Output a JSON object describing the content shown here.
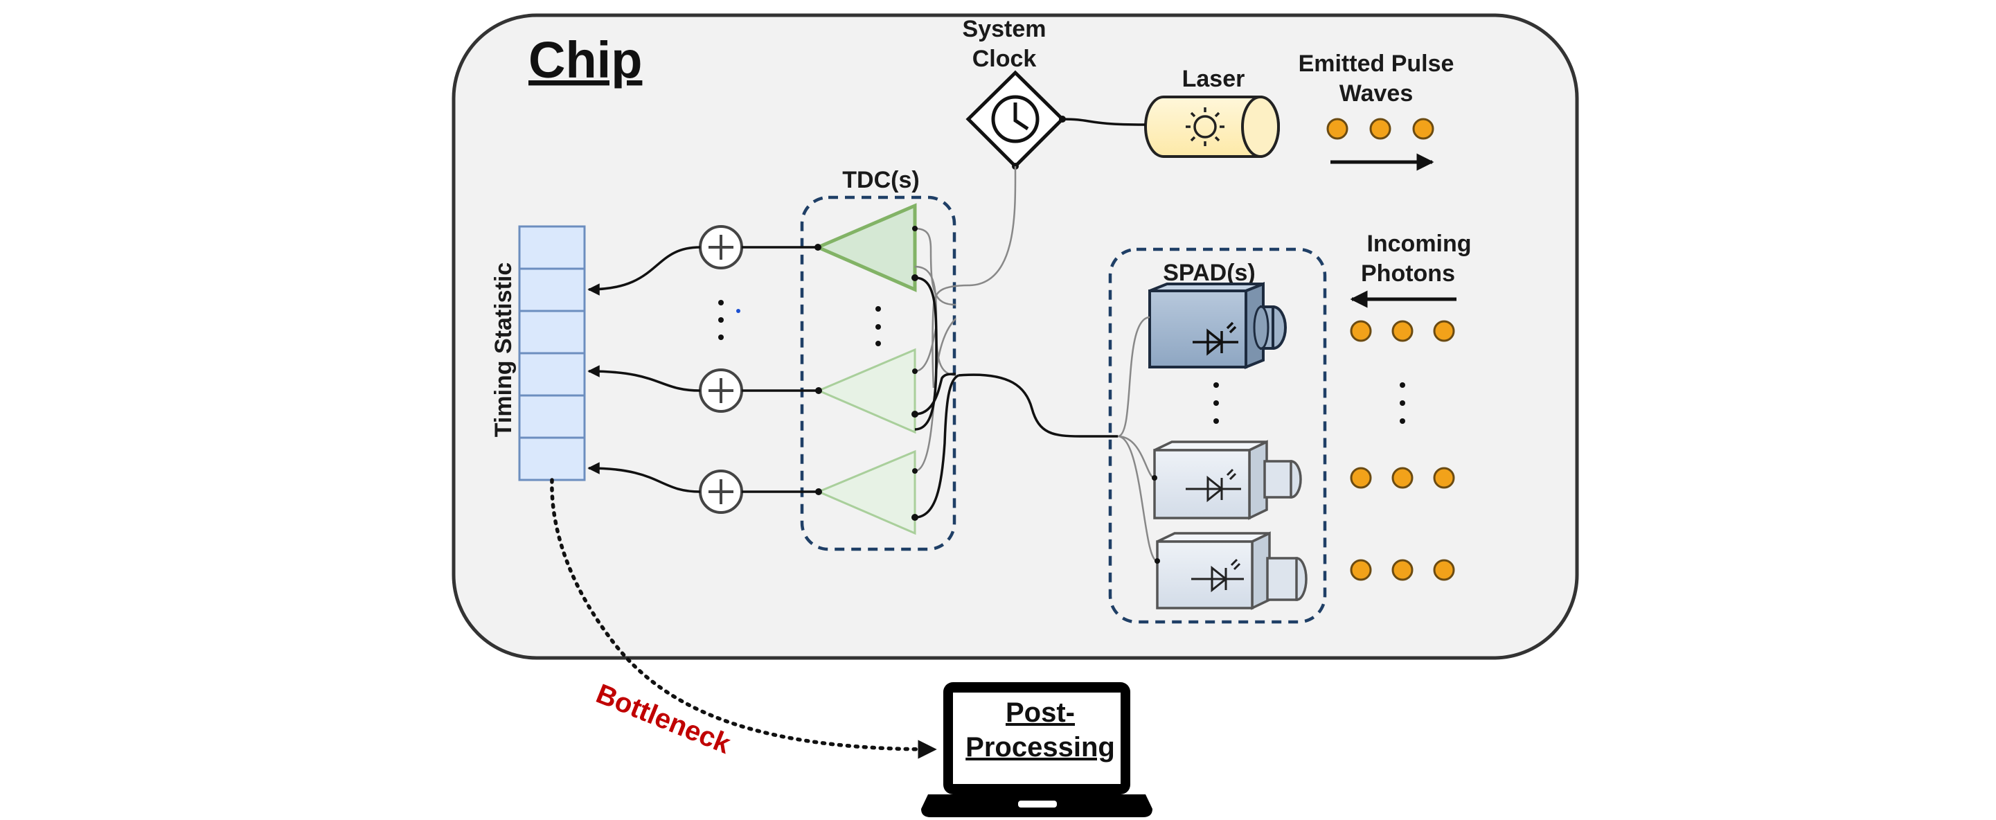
{
  "chip": {
    "title": "Chip"
  },
  "clock": {
    "line1": "System",
    "line2": "Clock"
  },
  "laser": {
    "label": "Laser"
  },
  "emitted": {
    "line1": "Emitted Pulse",
    "line2": "Waves"
  },
  "tdc": {
    "label": "TDC(s)"
  },
  "spad": {
    "label": "SPAD(s)"
  },
  "incoming": {
    "line1": "Incoming",
    "line2": "Photons"
  },
  "timing": {
    "label": "Timing Statistic"
  },
  "bottleneck": {
    "label": "Bottleneck"
  },
  "postprocessing": {
    "line1": "Post-",
    "line2": "Processing"
  },
  "icons": [
    "clock-icon",
    "sun-icon",
    "photodiode-icon",
    "plus-icon",
    "laptop-icon"
  ],
  "colors": {
    "chip_fill": "#f2f2f2",
    "tdc_triangle_fill": "#d5e8d4",
    "tdc_triangle_stroke": "#82b366",
    "timing_cell_fill": "#dae8fc",
    "timing_cell_stroke": "#6c8ebf",
    "laser_fill": "#fff2cc",
    "photon": "#f2a21a",
    "bottleneck": "#c00000",
    "dashed_box": "#1f3f66"
  }
}
